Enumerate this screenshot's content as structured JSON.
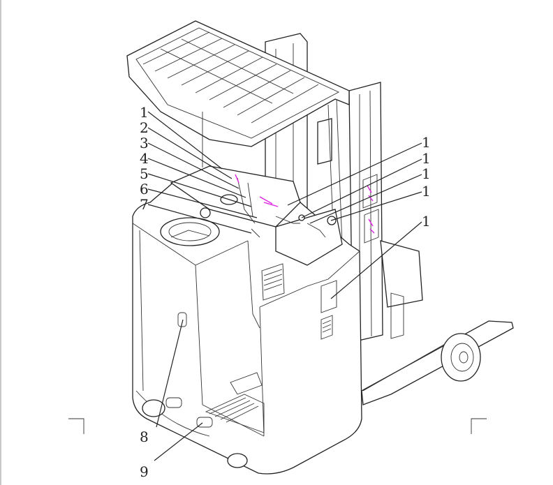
{
  "callouts_left": [
    "1",
    "2",
    "3",
    "4",
    "5",
    "6",
    "7"
  ],
  "callouts_right": [
    "1",
    "1",
    "1",
    "1",
    "1"
  ],
  "callouts_bottom": [
    "8",
    "9"
  ]
}
